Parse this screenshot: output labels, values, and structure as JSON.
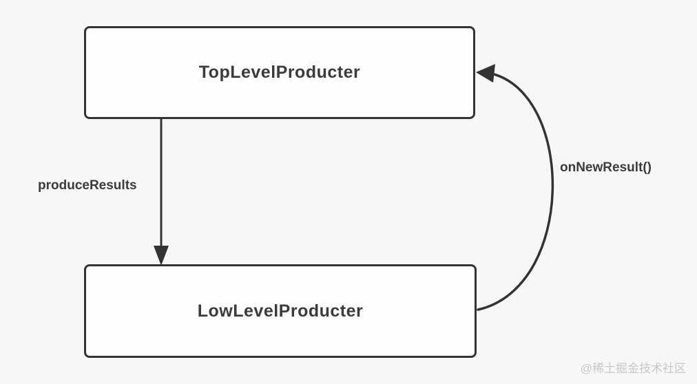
{
  "diagram": {
    "nodes": {
      "top": {
        "label": "TopLevelProducter"
      },
      "bottom": {
        "label": "LowLevelProducter"
      }
    },
    "edges": {
      "produce": {
        "label": "produceResults",
        "from": "TopLevelProducter",
        "to": "LowLevelProducter",
        "direction": "down"
      },
      "callback": {
        "label": "onNewResult()",
        "from": "LowLevelProducter",
        "to": "TopLevelProducter",
        "direction": "curved-right-up"
      }
    },
    "colors": {
      "background": "#f7f7f7",
      "stroke": "#333333",
      "node_fill": "#fefefe",
      "text": "#3b3b3b",
      "watermark": "#c8c8c8"
    },
    "watermark": "@稀土掘金技术社区"
  }
}
